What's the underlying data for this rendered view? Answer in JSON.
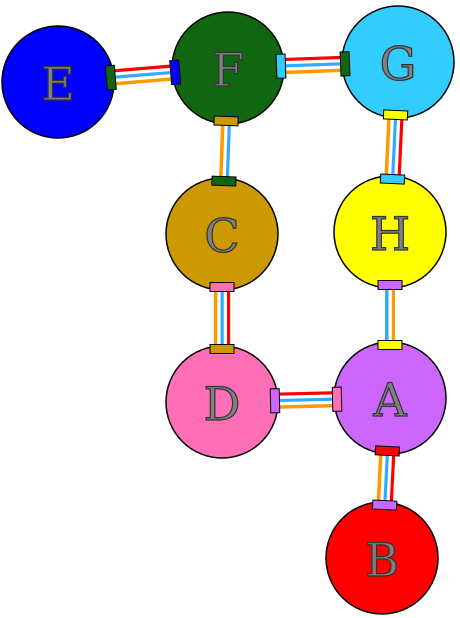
{
  "nodes": [
    {
      "id": "E",
      "label": "E",
      "color": "#0000ff"
    },
    {
      "id": "F",
      "label": "F",
      "color": "#116611"
    },
    {
      "id": "G",
      "label": "G",
      "color": "#33ccff"
    },
    {
      "id": "C",
      "label": "C",
      "color": "#cc9900"
    },
    {
      "id": "H",
      "label": "H",
      "color": "#ffff00"
    },
    {
      "id": "D",
      "label": "D",
      "color": "#ff6fb8"
    },
    {
      "id": "A",
      "label": "A",
      "color": "#cc66ff"
    },
    {
      "id": "B",
      "label": "B",
      "color": "#ff0000"
    }
  ],
  "edges": [
    {
      "from": "E",
      "to": "F",
      "stripes": [
        "#ff0000",
        "#ffffff",
        "#33aaff",
        "#ffffff",
        "#ff9900"
      ]
    },
    {
      "from": "F",
      "to": "G",
      "stripes": [
        "#ff0000",
        "#ffffff",
        "#33aaff",
        "#ffffff",
        "#ff9900"
      ]
    },
    {
      "from": "F",
      "to": "C",
      "stripes": [
        "#33aaff",
        "#ffffff",
        "#ff9900"
      ]
    },
    {
      "from": "G",
      "to": "H",
      "stripes": [
        "#ff0000",
        "#ffffff",
        "#33aaff",
        "#ffffff",
        "#ff9900"
      ]
    },
    {
      "from": "H",
      "to": "A",
      "stripes": [
        "#ff9900",
        "#ffffff",
        "#33aaff"
      ]
    },
    {
      "from": "C",
      "to": "D",
      "stripes": [
        "#ff0000",
        "#ffffff",
        "#33aaff",
        "#ffffff",
        "#ff9900"
      ]
    },
    {
      "from": "D",
      "to": "A",
      "stripes": [
        "#ff0000",
        "#ffffff",
        "#33aaff",
        "#ffffff",
        "#ff9900"
      ]
    },
    {
      "from": "A",
      "to": "B",
      "stripes": [
        "#ff0000",
        "#ffffff",
        "#33aaff",
        "#ffffff",
        "#ff9900"
      ]
    }
  ]
}
